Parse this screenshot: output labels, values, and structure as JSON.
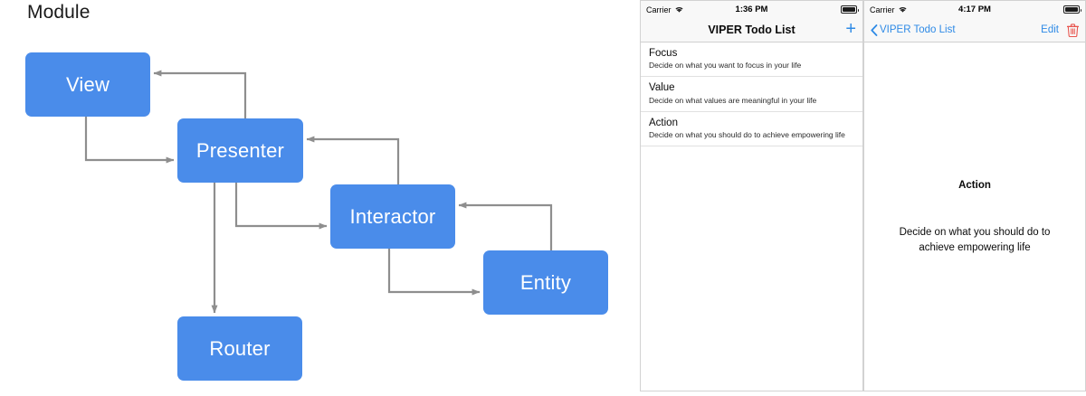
{
  "diagram": {
    "title": "Module",
    "node_color": "#4a8cea",
    "arrow_color": "#8e8e8e",
    "nodes": [
      {
        "id": "view",
        "label": "View"
      },
      {
        "id": "presenter",
        "label": "Presenter"
      },
      {
        "id": "interactor",
        "label": "Interactor"
      },
      {
        "id": "entity",
        "label": "Entity"
      },
      {
        "id": "router",
        "label": "Router"
      }
    ],
    "edges": [
      {
        "from": "presenter",
        "to": "view"
      },
      {
        "from": "view",
        "to": "presenter"
      },
      {
        "from": "interactor",
        "to": "presenter"
      },
      {
        "from": "presenter",
        "to": "interactor"
      },
      {
        "from": "entity",
        "to": "interactor"
      },
      {
        "from": "interactor",
        "to": "entity"
      },
      {
        "from": "presenter",
        "to": "router"
      }
    ]
  },
  "devices": {
    "list_screen": {
      "status": {
        "carrier": "Carrier",
        "wifi_icon": "wifi-icon",
        "time": "1:36 PM",
        "battery_icon": "battery-icon"
      },
      "nav": {
        "title": "VIPER Todo List",
        "add_label": "+"
      },
      "items": [
        {
          "title": "Focus",
          "subtitle": "Decide on what you want to focus in your life"
        },
        {
          "title": "Value",
          "subtitle": "Decide on what values are meaningful in your life"
        },
        {
          "title": "Action",
          "subtitle": "Decide on what you should do to achieve empowering life"
        }
      ]
    },
    "detail_screen": {
      "status": {
        "carrier": "Carrier",
        "wifi_icon": "wifi-icon",
        "time": "4:17 PM",
        "battery_icon": "battery-icon"
      },
      "nav": {
        "back_label": "VIPER Todo List",
        "edit_label": "Edit",
        "delete_icon": "trash-icon"
      },
      "detail": {
        "title": "Action",
        "description": "Decide on what you should do to achieve empowering life"
      }
    },
    "accent_color": "#2e8ae6",
    "destructive_color": "#e8554e"
  }
}
